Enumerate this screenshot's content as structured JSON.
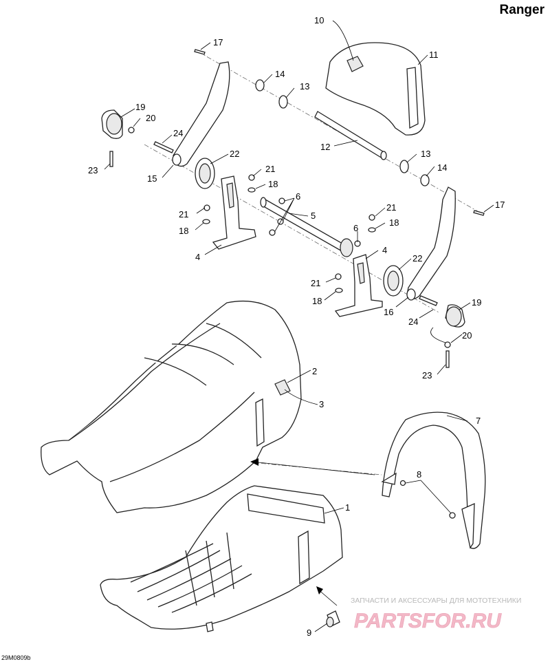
{
  "header": {
    "model": "Ranger"
  },
  "footer": {
    "drawing_code": "29M0809b"
  },
  "watermark": {
    "subtitle": "ЗАПЧАСТИ И АКСЕССУАРЫ ДЛЯ МОТОТЕХНИКИ",
    "brand": "PARTSFOR.RU"
  },
  "callouts": [
    {
      "id": "c10",
      "text": "10"
    },
    {
      "id": "c11",
      "text": "11"
    },
    {
      "id": "c17a",
      "text": "17"
    },
    {
      "id": "c14a",
      "text": "14"
    },
    {
      "id": "c13a",
      "text": "13"
    },
    {
      "id": "c19a",
      "text": "19"
    },
    {
      "id": "c20a",
      "text": "20"
    },
    {
      "id": "c24a",
      "text": "24"
    },
    {
      "id": "c23a",
      "text": "23"
    },
    {
      "id": "c15",
      "text": "15"
    },
    {
      "id": "c22a",
      "text": "22"
    },
    {
      "id": "c21a",
      "text": "21"
    },
    {
      "id": "c18a",
      "text": "18"
    },
    {
      "id": "c12",
      "text": "12"
    },
    {
      "id": "c13b",
      "text": "13"
    },
    {
      "id": "c14b",
      "text": "14"
    },
    {
      "id": "c17b",
      "text": "17"
    },
    {
      "id": "c6a",
      "text": "6"
    },
    {
      "id": "c21b",
      "text": "21"
    },
    {
      "id": "c18b",
      "text": "18"
    },
    {
      "id": "c5",
      "text": "5"
    },
    {
      "id": "c4a",
      "text": "4"
    },
    {
      "id": "c6b",
      "text": "6"
    },
    {
      "id": "c21c",
      "text": "21"
    },
    {
      "id": "c18c",
      "text": "18"
    },
    {
      "id": "c4b",
      "text": "4"
    },
    {
      "id": "c22b",
      "text": "22"
    },
    {
      "id": "c21d",
      "text": "21"
    },
    {
      "id": "c18d",
      "text": "18"
    },
    {
      "id": "c16",
      "text": "16"
    },
    {
      "id": "c24b",
      "text": "24"
    },
    {
      "id": "c19b",
      "text": "19"
    },
    {
      "id": "c20b",
      "text": "20"
    },
    {
      "id": "c23b",
      "text": "23"
    },
    {
      "id": "c2",
      "text": "2"
    },
    {
      "id": "c3",
      "text": "3"
    },
    {
      "id": "c7",
      "text": "7"
    },
    {
      "id": "c8",
      "text": "8"
    },
    {
      "id": "c1",
      "text": "1"
    },
    {
      "id": "c9",
      "text": "9"
    }
  ]
}
